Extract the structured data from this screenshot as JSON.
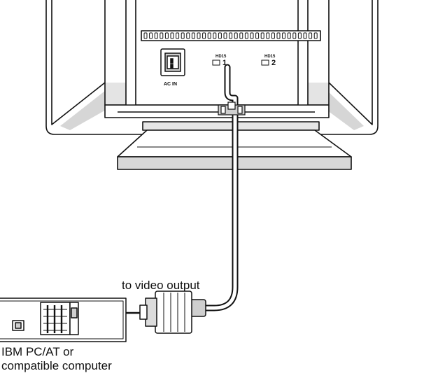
{
  "labels": {
    "ac_in": "AC IN",
    "port1_hd": "HD15",
    "port1_num": "1",
    "port2_hd": "HD15",
    "port2_num": "2",
    "video_output": "to video output",
    "computer_line1": "IBM PC/AT or",
    "computer_line2": "compatible computer"
  },
  "colors": {
    "line": "#111111",
    "shade": "#b8b8b8",
    "dark_shade": "#7a7a7a",
    "light_shade": "#dcdcdc",
    "background": "#ffffff"
  }
}
